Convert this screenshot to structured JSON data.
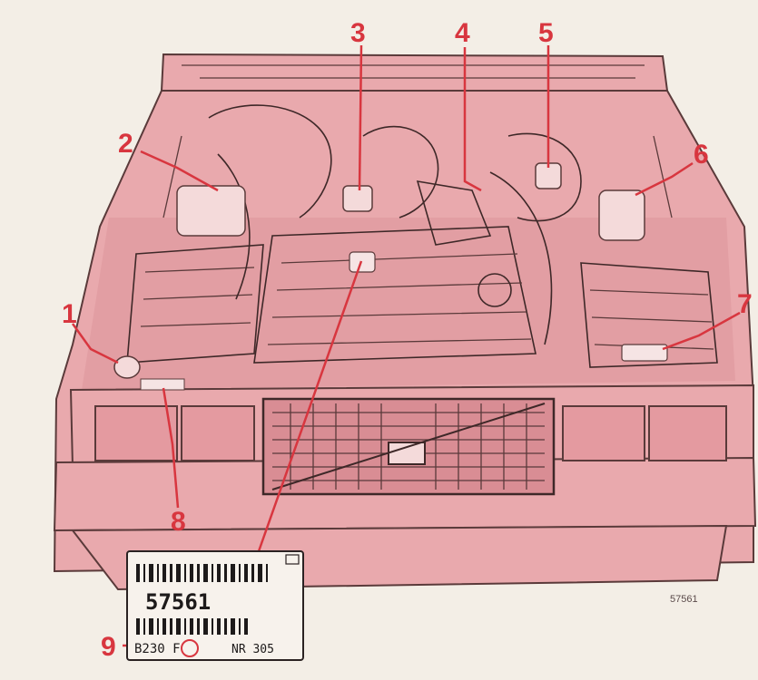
{
  "callouts": [
    {
      "id": "1",
      "label": "1"
    },
    {
      "id": "2",
      "label": "2"
    },
    {
      "id": "3",
      "label": "3"
    },
    {
      "id": "4",
      "label": "4"
    },
    {
      "id": "5",
      "label": "5"
    },
    {
      "id": "6",
      "label": "6"
    },
    {
      "id": "7",
      "label": "7"
    },
    {
      "id": "8",
      "label": "8"
    },
    {
      "id": "9",
      "label": "9"
    }
  ],
  "plate": {
    "number": "57561",
    "engine_code": "B230 F",
    "serial": "NR 305"
  },
  "figure_code": "57561",
  "colors": {
    "callout": "#d8363f",
    "body_fill": "#e9a9ad",
    "line": "#5a3a3a",
    "background": "#f3eee6"
  }
}
